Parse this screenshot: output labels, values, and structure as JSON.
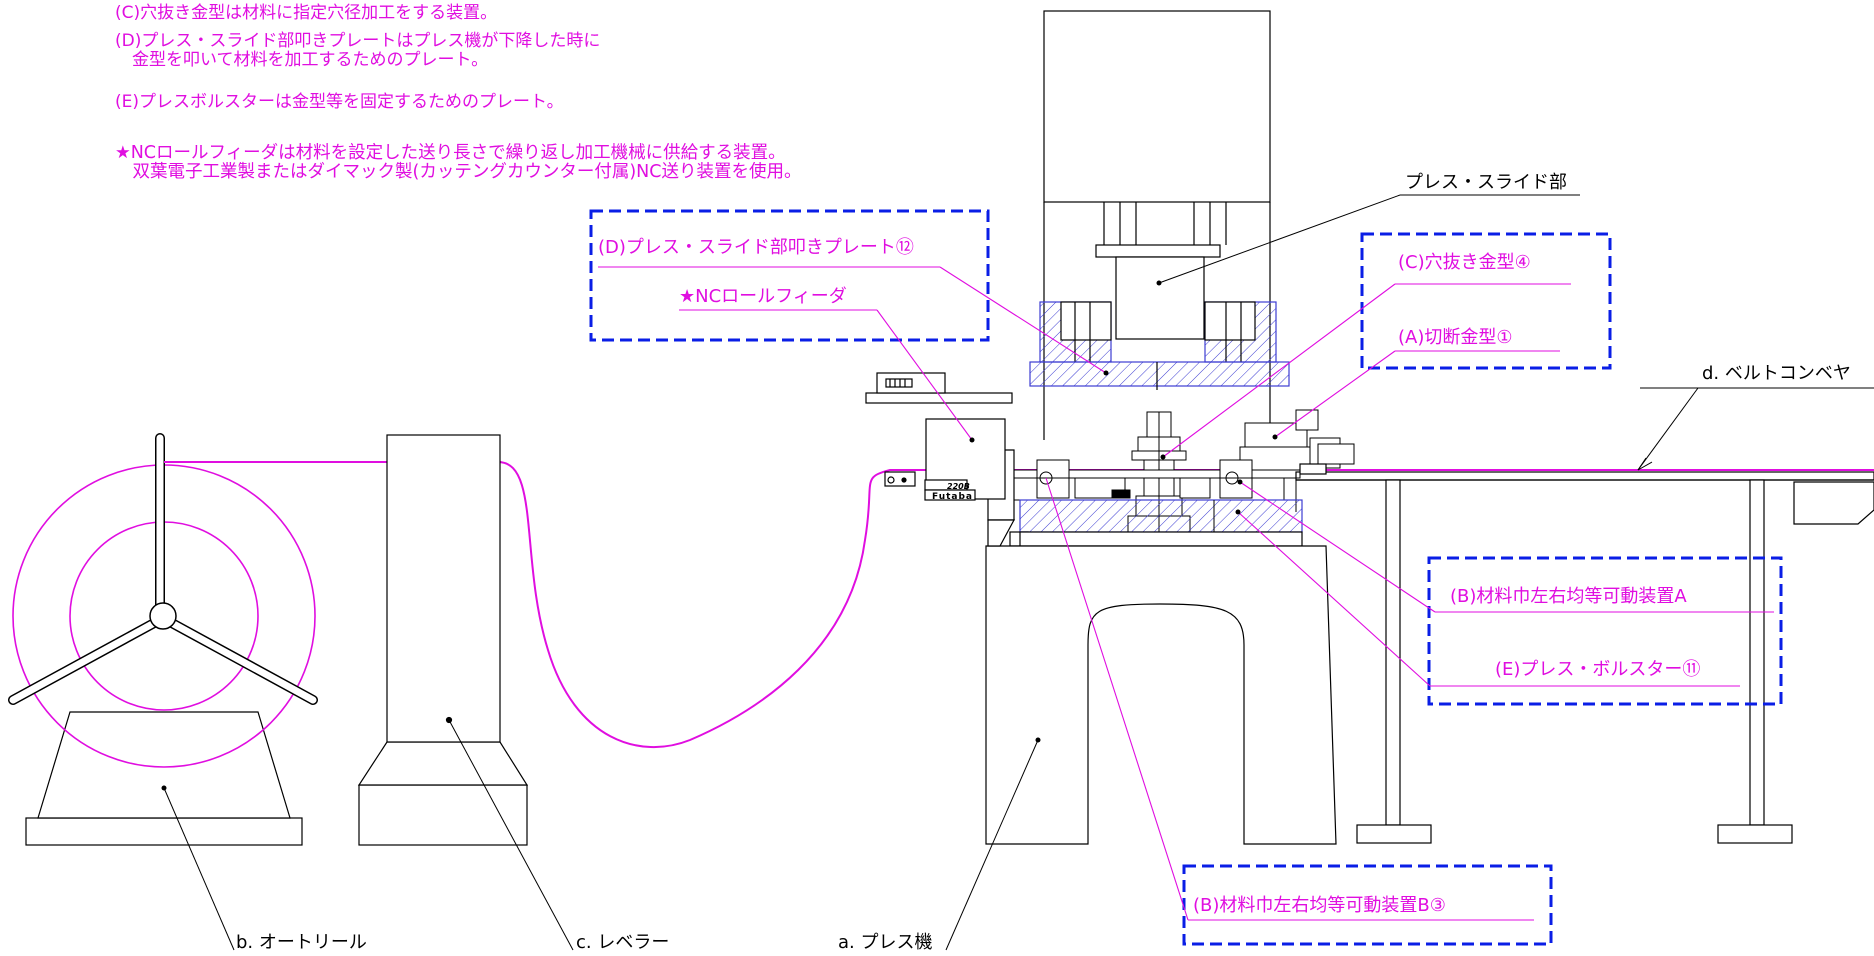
{
  "notes": {
    "c": "(C)穴抜き金型は材料に指定穴径加工をする装置。",
    "d": "(D)プレス・スライド部叩きプレートはプレス機が下降した時に\n　金型を叩いて材料を加工するためのプレート。",
    "e": "(E)プレスボルスターは金型等を固定するためのプレート。",
    "star": "★NCロールフィーダは材料を設定した送り長さで繰り返し加工機械に供給する装置。\n　双葉電子工業製またはダイマック製(カッテングカウンター付属)NC送り装置を使用。"
  },
  "labels": {
    "press_slide": "プレス・スライド部",
    "d_plate": "(D)プレス・スライド部叩きプレート⑫",
    "nc_feeder": "★NCロールフィーダ",
    "c_die": "(C)穴抜き金型④",
    "a_die": "(A)切断金型①",
    "conveyor": "d. ベルトコンベヤ",
    "b_device_a": "(B)材料巾左右均等可動装置A",
    "e_bolster": "(E)プレス・ボルスター⑪",
    "b_device_b": "(B)材料巾左右均等可動装置B③",
    "auto_reel": "b. オートリール",
    "leveler": "c. レベラー",
    "press": "a. プレス機",
    "feeder_model": "220B",
    "feeder_brand": "Futaba"
  },
  "colors": {
    "magenta": "#e00ee0",
    "blue": "#0a1ee6",
    "hatch": "#3c3cd2",
    "line": "#000000"
  }
}
